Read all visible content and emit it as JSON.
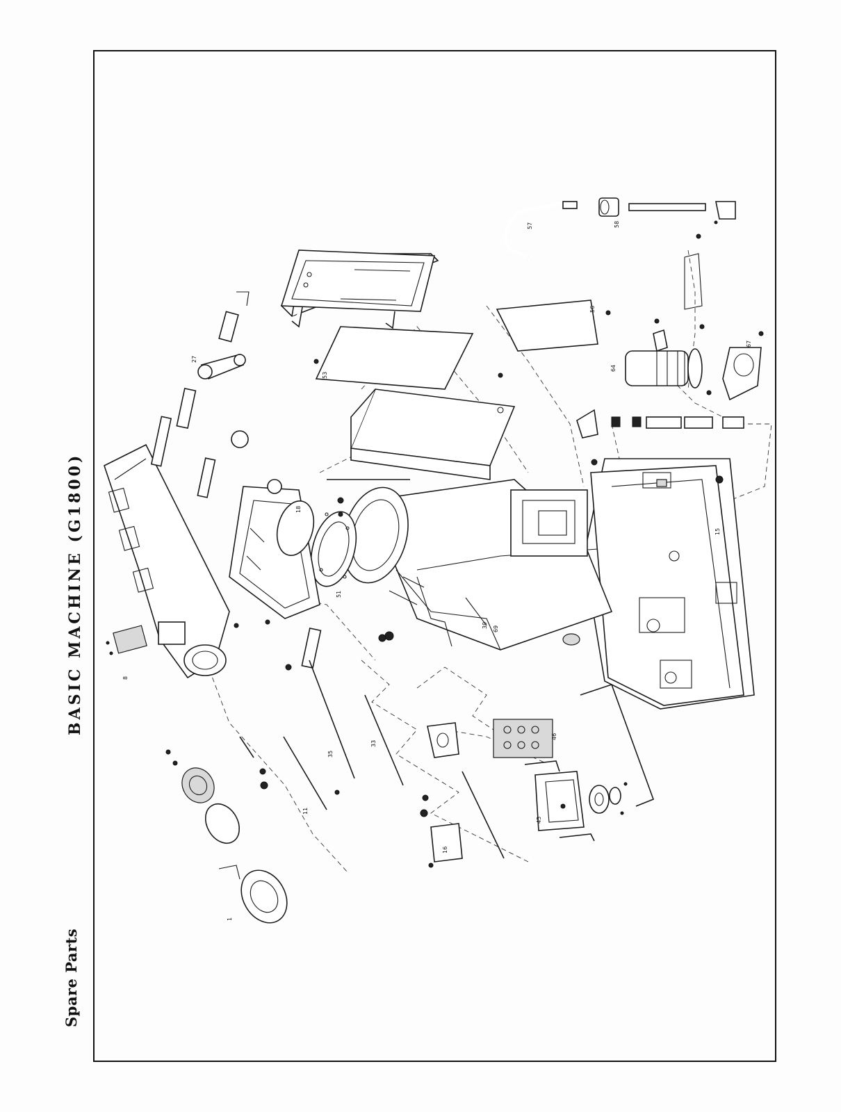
{
  "header": {
    "section_label": "Spare Parts",
    "title": "BASIC MACHINE  (G1800)"
  },
  "diagram": {
    "type": "exploded parts view",
    "orientation": "rotated 90 degrees counter-clockwise",
    "parts": [
      {
        "id": "bed",
        "callout": "39"
      },
      {
        "id": "column-body",
        "callout": "69"
      },
      {
        "id": "base-cabinet",
        "callout": "15"
      },
      {
        "id": "headstock-housing",
        "callout": "8"
      },
      {
        "id": "carriage-apron",
        "callout": "16"
      },
      {
        "id": "coolant-tray",
        "callout": "18"
      },
      {
        "id": "cover-panel-top",
        "callout": "53"
      },
      {
        "id": "cover-panel-side",
        "callout": "56"
      },
      {
        "id": "motor",
        "callout": "64"
      },
      {
        "id": "motor-bracket",
        "callout": "67"
      },
      {
        "id": "coolant-pipe",
        "callout": "57"
      },
      {
        "id": "pipe-coupling",
        "callout": "58"
      },
      {
        "id": "control-box",
        "callout": "45"
      },
      {
        "id": "control-panel",
        "callout": "46"
      },
      {
        "id": "handle-lever",
        "callout": "27"
      },
      {
        "id": "chuck-plate",
        "callout": "1"
      },
      {
        "id": "lead-screw",
        "callout": "33"
      },
      {
        "id": "feed-rod",
        "callout": "11"
      },
      {
        "id": "rack",
        "callout": "35"
      },
      {
        "id": "gasket-ring",
        "callout": "51"
      }
    ]
  }
}
